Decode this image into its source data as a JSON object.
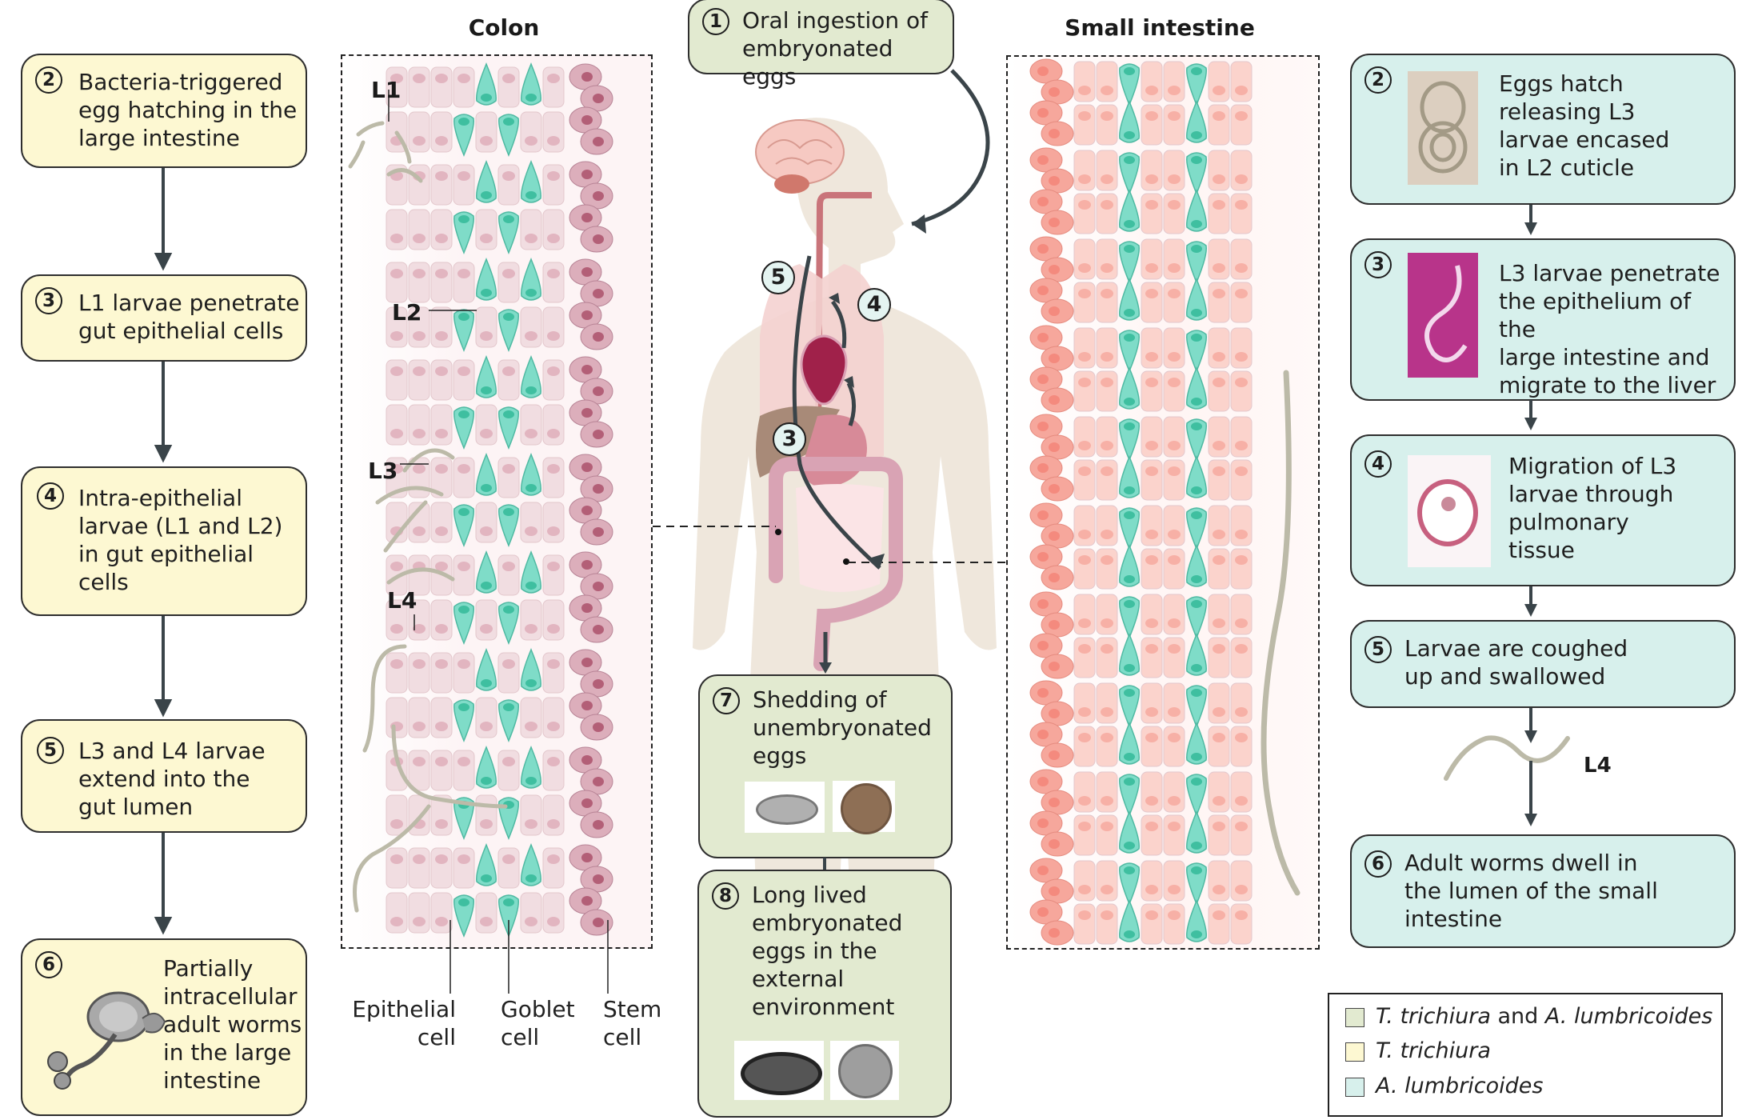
{
  "colors": {
    "both_species": "#e2ead0",
    "t_trichiura": "#fdf8d2",
    "a_lumbricoides": "#d7f0ec",
    "arrow": "#3a4449",
    "worm": "#bcbaa8",
    "goblet_cell": "#7fdcc8",
    "colon_cell": "#f1dde1",
    "stem_cell_colon": "#dcaebb",
    "small_intestine_cell": "#fbd3cc",
    "stem_cell_small": "#f6a79c",
    "body": "#efe7dc"
  },
  "colon_panel": {
    "title": "Colon",
    "stage_labels": [
      "L1",
      "L2",
      "L3",
      "L4"
    ],
    "cell_labels": [
      "Epithelial\ncell",
      "Goblet\ncell",
      "Stem\ncell"
    ]
  },
  "small_intestine_panel": {
    "title": "Small intestine"
  },
  "left_steps": [
    {
      "number": "2",
      "text": "Bacteria-triggered\negg hatching in the\nlarge intestine"
    },
    {
      "number": "3",
      "text": "L1 larvae penetrate\ngut epithelial cells"
    },
    {
      "number": "4",
      "text": "Intra-epithelial\nlarvae (L1 and L2)\nin gut epithelial\ncells"
    },
    {
      "number": "5",
      "text": "L3 and L4 larvae\nextend into the\ngut lumen"
    },
    {
      "number": "6",
      "text": "Partially\nintracellular\nadult worms\nin the large\nintestine",
      "image": "adult-whipworm-micrograph"
    }
  ],
  "center_steps": [
    {
      "number": "1",
      "text": "Oral ingestion of\nembryonated eggs"
    },
    {
      "number": "7",
      "text": "Shedding of\nunembryonated\neggs",
      "images": [
        "unembryonated-trichuris-egg",
        "unembryonated-ascaris-egg"
      ]
    },
    {
      "number": "8",
      "text": "Long lived\nembryonated\neggs in the\nexternal\nenvironment",
      "images": [
        "embryonated-trichuris-egg",
        "embryonated-ascaris-egg"
      ]
    }
  ],
  "body_markers": [
    "5",
    "4",
    "3"
  ],
  "right_steps": [
    {
      "number": "2",
      "text": "Eggs hatch\nreleasing L3\nlarvae encased\nin L2 cuticle",
      "image": "hatched-larva-micrograph"
    },
    {
      "number": "3",
      "text": "L3 larvae penetrate\nthe epithelium of the\nlarge intestine and\nmigrate to the liver",
      "image": "liver-larva-histology"
    },
    {
      "number": "4",
      "text": "Migration of L3\nlarvae through\npulmonary\ntissue",
      "image": "lung-tissue-histology"
    },
    {
      "number": "5",
      "text": "Larvae are coughed\nup and swallowed"
    },
    {
      "number": "6",
      "text": "Adult worms dwell in\nthe lumen of the small\nintestine"
    }
  ],
  "right_stage_label": "L4",
  "legend": [
    {
      "label_italic_1": "T. trichiura",
      "label_plain": " and ",
      "label_italic_2": "A. lumbricoides",
      "color_key": "both_species"
    },
    {
      "label_italic_1": "T. trichiura",
      "color_key": "t_trichiura"
    },
    {
      "label_italic_1": "A. lumbricoides",
      "color_key": "a_lumbricoides"
    }
  ]
}
